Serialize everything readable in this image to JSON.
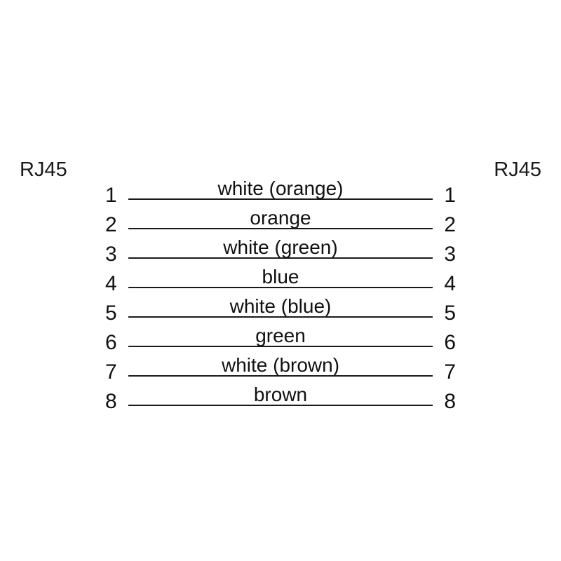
{
  "diagram": {
    "type": "rj45-straight-through-wiring",
    "connector_left": "RJ45",
    "connector_right": "RJ45",
    "stroke_color": "#1a1a1a",
    "background_color": "#ffffff",
    "pin_count": 8,
    "wires": [
      {
        "pin_left": "1",
        "pin_right": "1",
        "label": "white (orange)"
      },
      {
        "pin_left": "2",
        "pin_right": "2",
        "label": "orange"
      },
      {
        "pin_left": "3",
        "pin_right": "3",
        "label": "white (green)"
      },
      {
        "pin_left": "4",
        "pin_right": "4",
        "label": "blue"
      },
      {
        "pin_left": "5",
        "pin_right": "5",
        "label": "white (blue)"
      },
      {
        "pin_left": "6",
        "pin_right": "6",
        "label": "green"
      },
      {
        "pin_left": "7",
        "pin_right": "7",
        "label": "white (brown)"
      },
      {
        "pin_left": "8",
        "pin_right": "8",
        "label": "brown"
      }
    ]
  }
}
